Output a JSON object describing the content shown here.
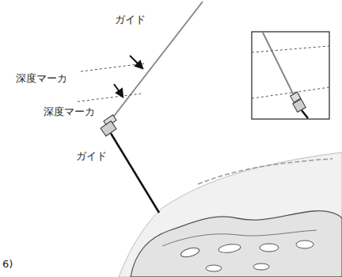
{
  "diagram": {
    "labels": [
      "ガイド",
      "深度マーカ",
      "深度マーカ",
      "ガイド",
      "6)"
    ]
  }
}
